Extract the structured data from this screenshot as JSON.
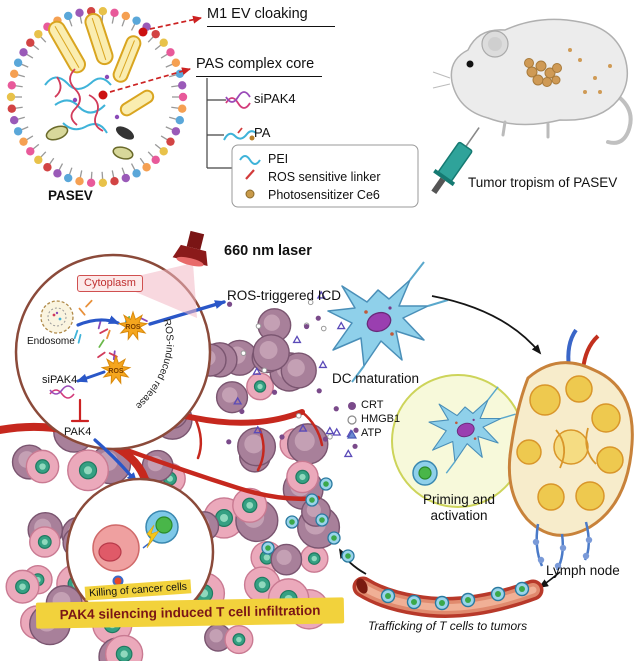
{
  "nanoparticle": {
    "label": "PASEV"
  },
  "annotations": {
    "m1_cloaking": "M1 EV cloaking",
    "pas_core": "PAS complex core",
    "sipak4": "siPAK4",
    "pa": "PA"
  },
  "component_legend": {
    "pei": "PEI",
    "ros_linker": "ROS sensitive linker",
    "ce6": "Photosensitizer Ce6"
  },
  "mouse_panel": {
    "caption": "Tumor tropism of PASEV"
  },
  "mechanism": {
    "laser": "660 nm laser",
    "cytoplasm": "Cytoplasm",
    "endosome": "Endosome",
    "ros": "ROS",
    "sipak4": "siPAK4",
    "ros_release": "ROS-induced release",
    "pak4": "PAK4",
    "icd": "ROS-triggered ICD",
    "dc_maturation": "DC maturation"
  },
  "damp_legend": {
    "crt": "CRT",
    "hmgb1": "HMGB1",
    "atp": "ATP"
  },
  "immunity": {
    "priming": "Priming and activation",
    "lymph_node": "Lymph node",
    "trafficking": "Trafficking of T cells to tumors",
    "killing": "Killing of cancer cells",
    "banner": "PAK4 silencing induced T cell infiltration"
  },
  "colors": {
    "banner_bg": "#f2d23c",
    "banner_text": "#7a1616",
    "laser_red": "#8b1a1a",
    "ros_star": "#f5a61e",
    "vessel_red": "#c6281e",
    "dc_blue": "#8fd0ea",
    "nucleus_purple": "#9a3fb0",
    "tumor_pink": "#eba9bb",
    "tumor_mauve": "#a8809a"
  }
}
